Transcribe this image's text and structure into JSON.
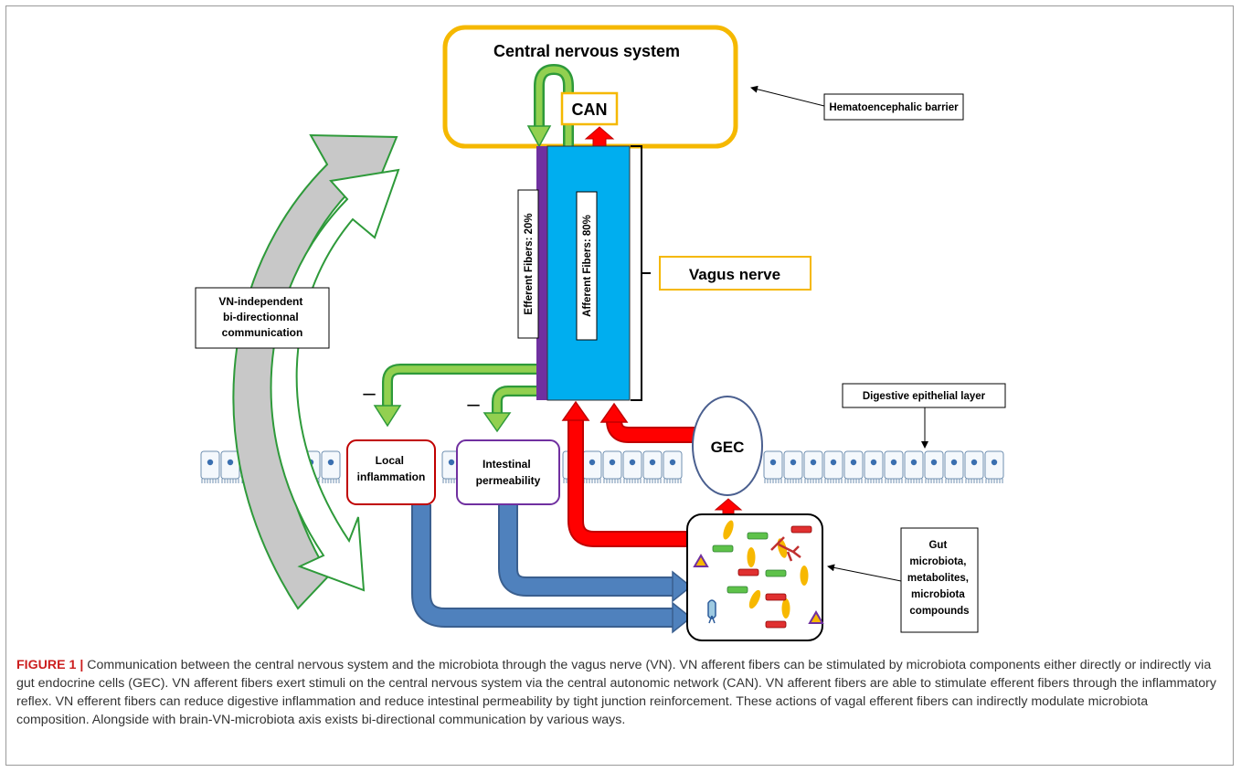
{
  "diagram": {
    "cns_label": "Central nervous system",
    "can_label": "CAN",
    "barrier_label": "Hematoencephalic barrier",
    "vagus_label": "Vagus nerve",
    "efferent_label": "Efferent Fibers: 20%",
    "afferent_label": "Afferent Fibers: 80%",
    "vn_independent_lines": [
      "VN-independent",
      "bi-directionnal",
      "communication"
    ],
    "epithelial_label": "Digestive epithelial layer",
    "local_inflammation_lines": [
      "Local",
      "inflammation"
    ],
    "intestinal_permeability_lines": [
      "Intestinal",
      "permeability"
    ],
    "gec_label": "GEC",
    "microbiota_lines": [
      "Gut",
      "microbiota,",
      "metabolites,",
      "microbiota",
      "compounds"
    ],
    "inhibit_sign_1": "–",
    "inhibit_sign_2": "–",
    "colors": {
      "cns_border": "#f5b800",
      "nerve_fill": "#00aeef",
      "efferent_band": "#7030a0",
      "afferent_arrow": "#ff0000",
      "efferent_arrow": "#92d050",
      "efferent_arrow_border": "#2e9a3a",
      "feedback_arrow": "#4f81bd",
      "inflammation_border": "#c00000",
      "permeability_border": "#7030a0"
    }
  },
  "caption": {
    "figure_label": "FIGURE 1 |",
    "text": " Communication between the central nervous system and the microbiota through the vagus nerve (VN). VN afferent fibers can be stimulated by microbiota components either directly or indirectly via gut endocrine cells (GEC). VN afferent fibers exert stimuli on the central nervous system via the central autonomic network (CAN). VN afferent fibers are able to stimulate efferent fibers through the inflammatory reflex. VN efferent fibers can reduce digestive inflammation and reduce intestinal permeability by tight junction reinforcement. These actions of vagal efferent fibers can indirectly modulate microbiota composition. Alongside with brain-VN-microbiota axis exists bi-directional communication by various ways."
  }
}
